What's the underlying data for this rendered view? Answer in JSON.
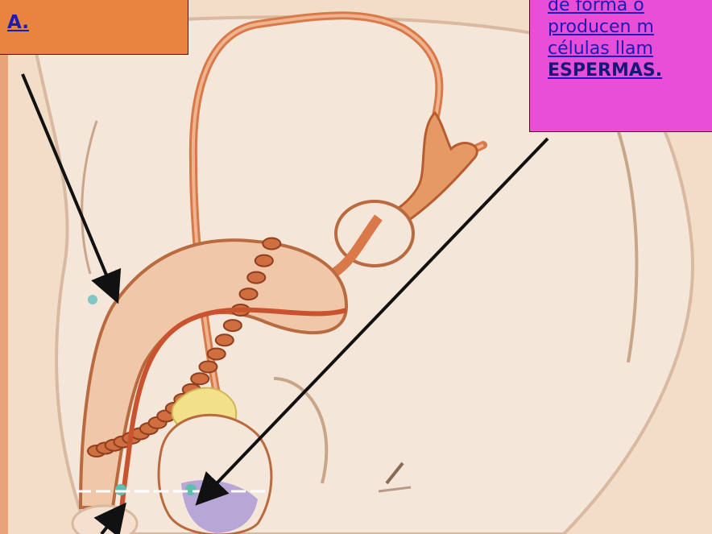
{
  "labels": {
    "orange": {
      "text": "A.",
      "color": "#e8843f"
    },
    "pink": {
      "lines": [
        "de forma o",
        "producen m",
        "células llam"
      ],
      "emphasis": "ESPERMAS.",
      "color": "#e84fd6"
    }
  },
  "colors": {
    "background": "#f2ddc8",
    "body": "#f3e3d6",
    "tissue": "#e9b58c",
    "muscle": "#cf6e3f",
    "gland_yellow": "#f3e08a",
    "testis_lavender": "#b7a6d6",
    "arrow": "#111111"
  }
}
